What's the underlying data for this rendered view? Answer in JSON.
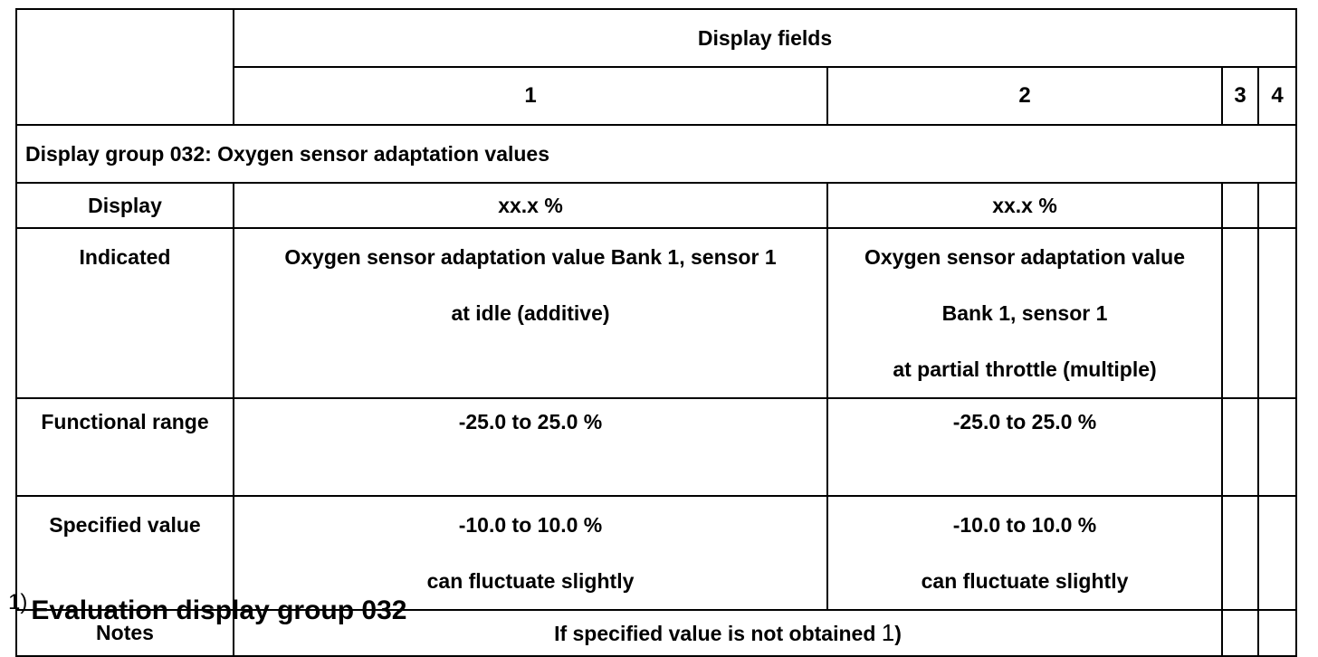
{
  "header": {
    "display_fields_label": "Display fields",
    "columns": [
      "1",
      "2",
      "3",
      "4"
    ]
  },
  "group_title": "Display group 032: Oxygen sensor adaptation values",
  "rows": {
    "display": {
      "label": "Display",
      "field1": "xx.x %",
      "field2": "xx.x %"
    },
    "indicated": {
      "label": "Indicated",
      "field1_lines": [
        "Oxygen sensor adaptation value Bank 1, sensor 1",
        "at idle (additive)"
      ],
      "field2_lines": [
        "Oxygen sensor adaptation value",
        "Bank 1, sensor 1",
        "at partial throttle (multiple)"
      ]
    },
    "functional_range": {
      "label": "Functional range",
      "field1": "-25.0 to 25.0 %",
      "field2": "-25.0 to 25.0 %"
    },
    "specified_value": {
      "label": "Specified value",
      "field1_lines": [
        "-10.0 to 10.0 %",
        "can fluctuate slightly"
      ],
      "field2_lines": [
        "-10.0 to 10.0 %",
        "can fluctuate slightly"
      ]
    },
    "notes": {
      "label": "Notes",
      "text": "If specified value is not obtained",
      "footnote_ref": "1",
      "footnote_paren": ")"
    }
  },
  "footnote": {
    "mark": "1)",
    "text": "Evaluation display group 032"
  }
}
